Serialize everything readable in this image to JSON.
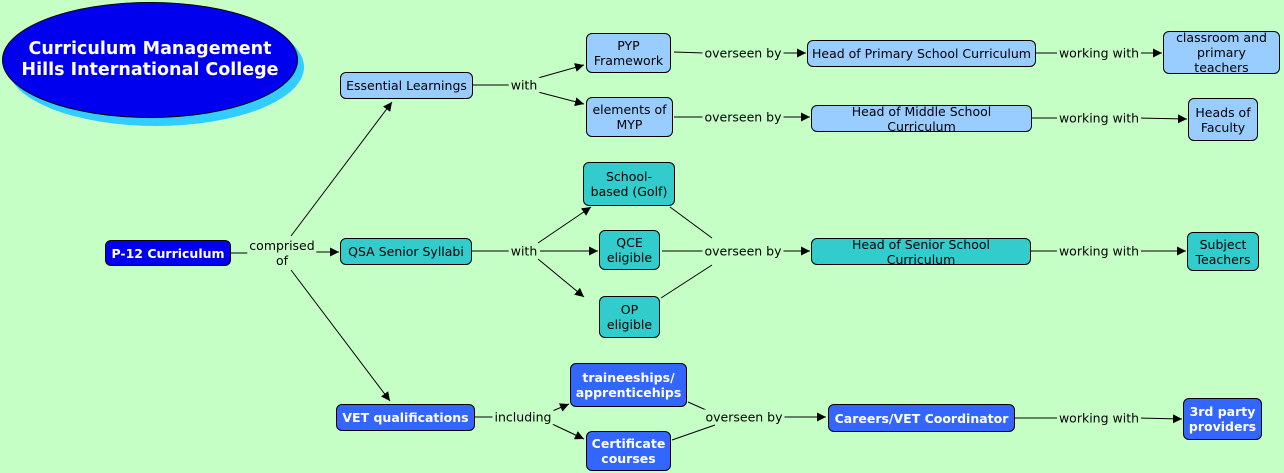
{
  "title": {
    "line1": "Curriculum Management",
    "line2": "Hills International College"
  },
  "nodes": {
    "p12": "P-12 Curriculum",
    "essential": "Essential Learnings",
    "qsa": "QSA Senior Syllabi",
    "vet": "VET qualifications",
    "pyp": "PYP\nFramework",
    "myp": "elements of\nMYP",
    "golf": "School-\nbased (Golf)",
    "qce": "QCE\neligible",
    "op": "OP\neligible",
    "trainee": "traineeships/\napprenticehips",
    "cert": "Certificate\ncourses",
    "head_primary": "Head of Primary School Curriculum",
    "head_middle": "Head of Middle School Curriculum",
    "head_senior": "Head of Senior School Curriculum",
    "careers": "Careers/VET Coordinator",
    "classroom": "classroom and\nprimary teachers",
    "faculty": "Heads of\nFaculty",
    "subject": "Subject\nTeachers",
    "providers": "3rd party\nproviders"
  },
  "labels": {
    "comprised": "comprised\nof",
    "with_el": "with",
    "with_qsa": "with",
    "including": "including",
    "overseen_pyp": "overseen by",
    "overseen_myp": "overseen by",
    "overseen_senior": "overseen by",
    "overseen_vet": "overseen by",
    "working_primary": "working with",
    "working_middle": "working with",
    "working_senior": "working with",
    "working_vet": "working with"
  },
  "colors": {
    "background": "#c6ffc6",
    "light_blue": "#99ccff",
    "teal": "#33cccc",
    "blue": "#3366ff",
    "dark_blue": "#0000ee"
  }
}
